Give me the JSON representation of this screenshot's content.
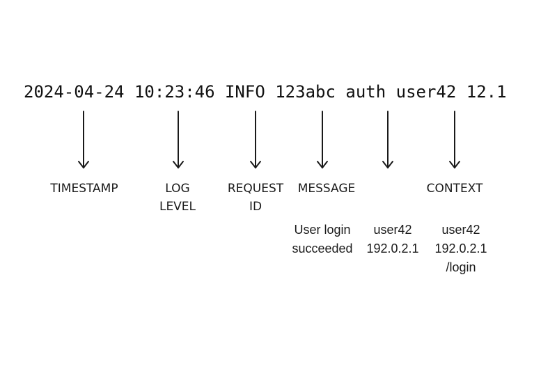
{
  "log_line": "2024-04-24 10:23:46 INFO 123abc auth user42 12.1",
  "labels": {
    "timestamp": "TIMESTAMP",
    "log_level": [
      "LOG",
      "LEVEL"
    ],
    "request_id": [
      "REQUEST",
      "ID"
    ],
    "message": "MESSAGE",
    "context": "CONTEXT"
  },
  "values": {
    "message": [
      "User login",
      "succeeded"
    ],
    "auth": [
      "user42",
      "192.0.2.1"
    ],
    "context": [
      "user42",
      "192.0.2.1",
      "/login"
    ]
  }
}
